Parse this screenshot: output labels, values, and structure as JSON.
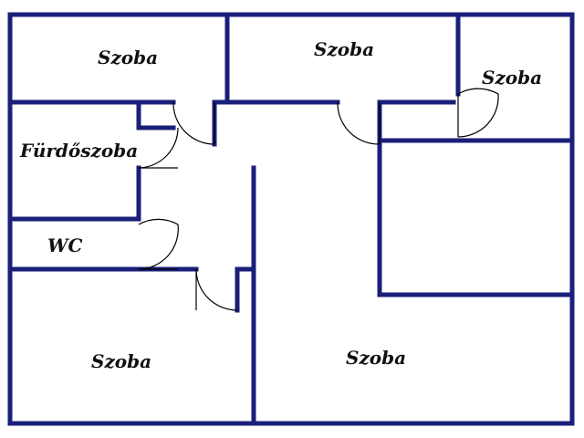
{
  "plan": {
    "wall_color": "#1a1f7a",
    "door_color": "#000000",
    "rooms": [
      {
        "id": "szoba-top-left",
        "label": "Szoba"
      },
      {
        "id": "szoba-top-middle",
        "label": "Szoba"
      },
      {
        "id": "szoba-top-right",
        "label": "Szoba"
      },
      {
        "id": "furdoszoba",
        "label": "Fürdőszoba"
      },
      {
        "id": "wc",
        "label": "WC"
      },
      {
        "id": "szoba-bottom-left",
        "label": "Szoba"
      },
      {
        "id": "szoba-bottom-right",
        "label": "Szoba"
      }
    ]
  }
}
